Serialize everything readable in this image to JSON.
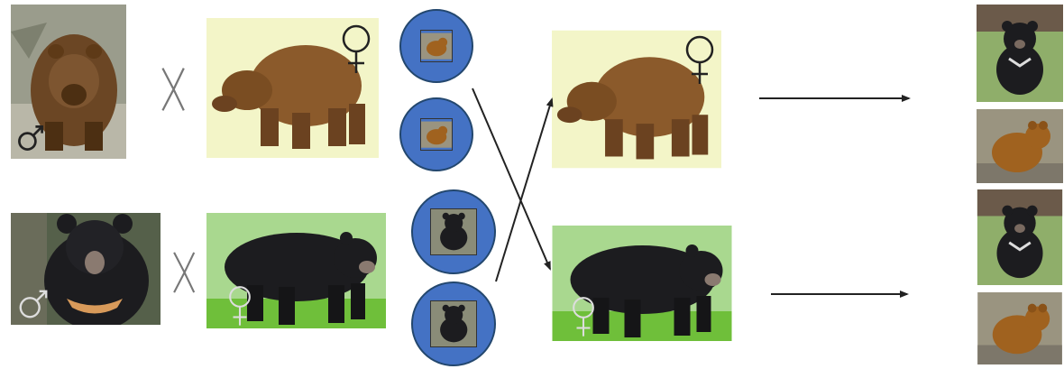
{
  "colors": {
    "background": "#ffffff",
    "circle_fill": "#4472c4",
    "circle_border": "#23476e",
    "brown_bear": "#8b5a2b",
    "brown_bear_dark": "#5e3a17",
    "black_bear": "#1c1c1f",
    "female_panel_bg": "#f3f5c8",
    "grass": "#6fbf3a",
    "symbol_dark": "#222222",
    "symbol_light": "#dddddd"
  },
  "symbols": {
    "male": "♂",
    "female": "♀",
    "cross": "X"
  },
  "icons": [
    "brown-bear-male-image",
    "brown-bear-female-image",
    "black-bear-male-image",
    "black-bear-female-image",
    "gamete-circle",
    "offspring-cub-image",
    "arrow"
  ]
}
